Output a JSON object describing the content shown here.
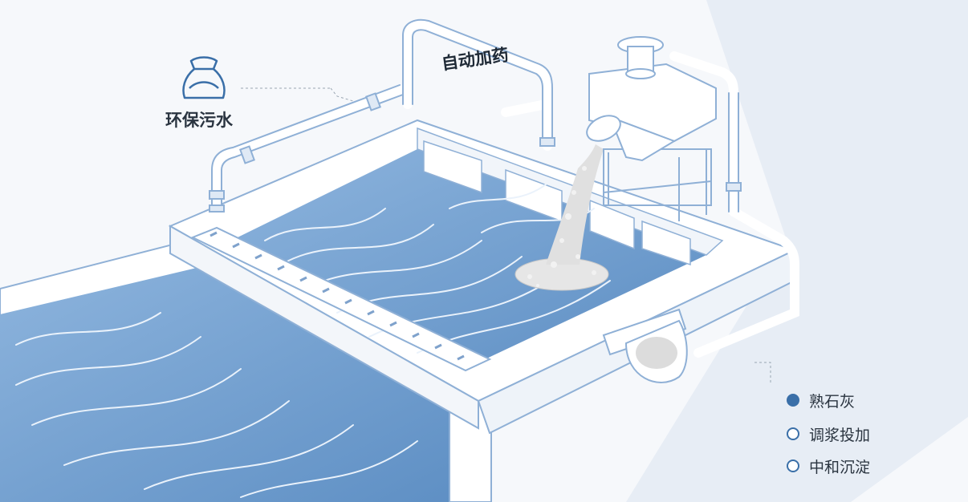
{
  "labels": {
    "eco": "环保污水",
    "dosing": "自动加药"
  },
  "legend": [
    {
      "text": "熟石灰",
      "filled": true
    },
    {
      "text": "调浆投加",
      "filled": false
    },
    {
      "text": "中和沉淀",
      "filled": false
    }
  ],
  "colors": {
    "water": "#7fa9d6",
    "water_dark": "#5b8cc2",
    "structure": "#ffffff",
    "outline": "#8fb0d6",
    "accent": "#3a6fa8",
    "lime": "#e6e6e6"
  },
  "icons": [
    "sack-icon"
  ]
}
